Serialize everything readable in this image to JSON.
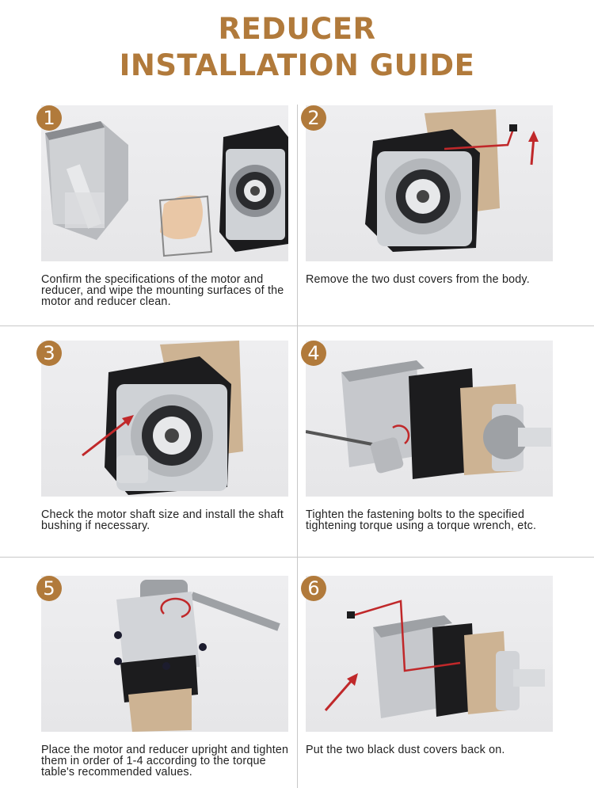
{
  "header": {
    "line1": "REDUCER",
    "line2": "INSTALLATION GUIDE"
  },
  "colors": {
    "accent": "#b17a3b",
    "text": "#222222",
    "divider": "#c8c8c8",
    "red_arrow": "#c0282a"
  },
  "steps": [
    {
      "number": "1",
      "caption": "Confirm the specifications of the motor and reducer, and wipe the mounting surfaces of the motor and reducer clean."
    },
    {
      "number": "2",
      "caption": "Remove the two dust covers from the body."
    },
    {
      "number": "3",
      "caption": "Check the motor shaft size and install the shaft bushing if necessary."
    },
    {
      "number": "4",
      "caption": "Tighten the fastening bolts to the specified tightening torque using a torque wrench, etc."
    },
    {
      "number": "5",
      "caption": "Place the motor and reducer upright and tighten them in order of 1-4 according to the torque table's recommended values."
    },
    {
      "number": "6",
      "caption": "Put the two black dust covers back on."
    }
  ]
}
